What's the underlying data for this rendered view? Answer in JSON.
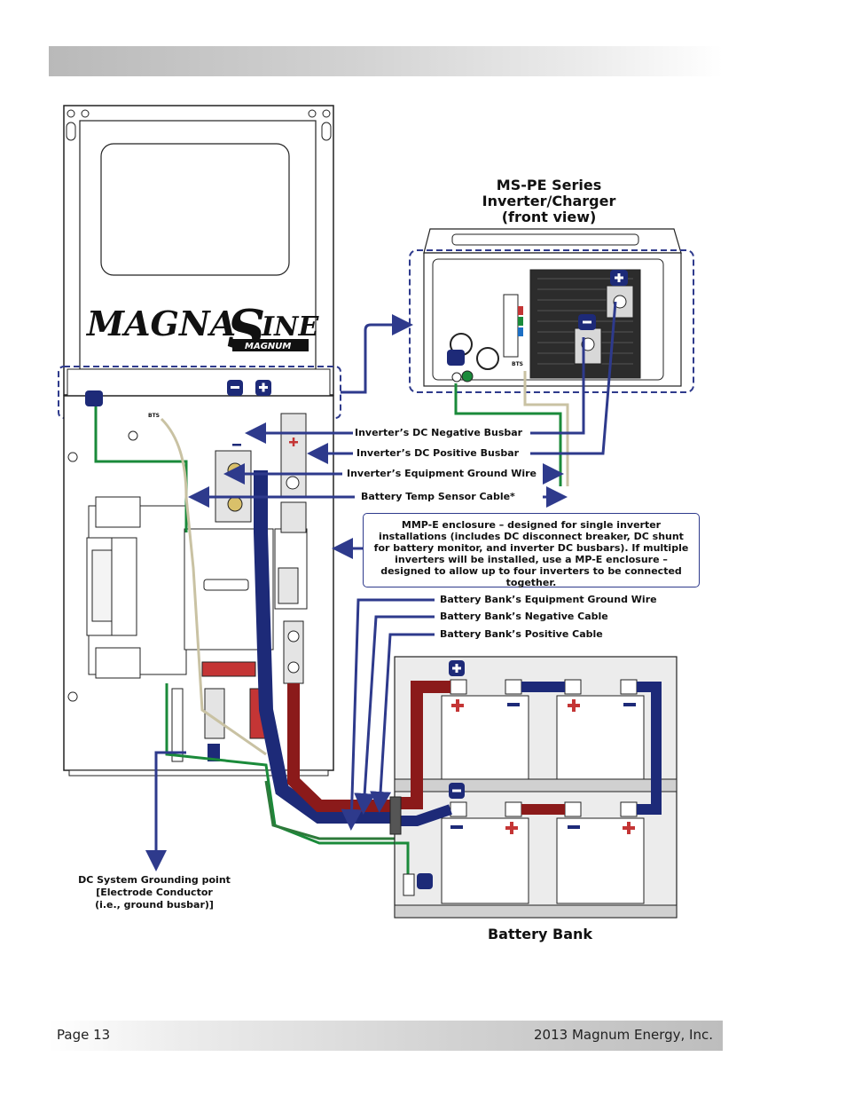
{
  "header": {
    "page": "Page 13",
    "copyright": "2013 Magnum Energy, Inc."
  },
  "inverter": {
    "title_line1": "MS-PE Series",
    "title_line2": "Inverter/Charger",
    "title_line3": "(front view)",
    "brand_1": "MAGNA",
    "brand_2": "INE",
    "brand_sub": "MAGNUM",
    "bts": "BTS"
  },
  "labels": {
    "dc_negative_busbar": "Inverter’s DC Negative Busbar",
    "dc_positive_busbar": "Inverter’s DC Positive Busbar",
    "equipment_ground_wire": "Inverter’s Equipment Ground Wire",
    "temp_sensor": "Battery Temp Sensor Cable*",
    "enclosure_note": "MMP-E enclosure – designed for single inverter installations (includes DC disconnect breaker, DC shunt for battery monitor, and inverter DC busbars). If multiple inverters will be installed, use a MP-E enclosure – designed to allow up to four inverters to be connected together.",
    "bank_ground": "Battery Bank’s Equipment Ground Wire",
    "bank_negative": "Battery Bank’s Negative Cable",
    "bank_positive": "Battery Bank’s Positive Cable",
    "grounding_line1": "DC System Grounding point",
    "grounding_line2": "[Electrode Conductor",
    "grounding_line3": "(i.e., ground busbar)]",
    "battery_bank": "Battery Bank"
  },
  "colors": {
    "callout": "#2e3a8c",
    "positive": "#8b1a1a",
    "negative": "#1d2a78",
    "ground": "#1a8a3a"
  },
  "icons": [
    "plus-icon",
    "minus-icon",
    "ground-icon"
  ]
}
